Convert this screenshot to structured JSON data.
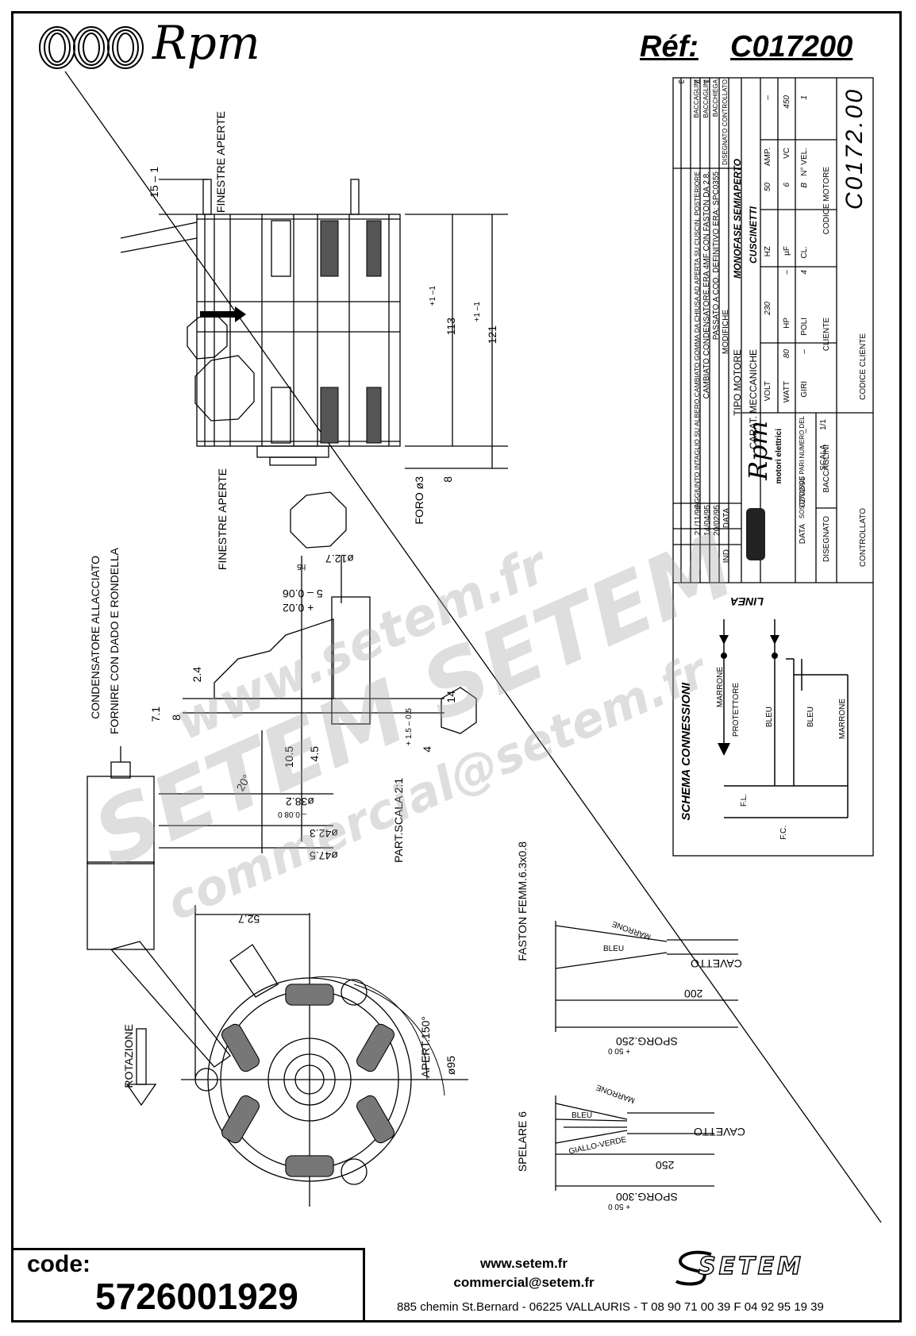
{
  "header": {
    "brand": "Rpm",
    "ref_label": "Réf:",
    "ref_value": "C017200"
  },
  "title_block": {
    "revisions": [
      {
        "ind": "3",
        "data": "21/11/96",
        "modifiche": "AGGIUNTO INTAGLIO SU ALBERO,CAMBIATO GOMMA DA CHIUSA AD APERTA SU CUSCIN. POSTERIORE",
        "disegnato": "BACCAGLINI"
      },
      {
        "ind": "2",
        "data": "14/04/95",
        "modifiche": "CAMBIATO CONDENSATORE,ERA 4MF CON FASTON DA 2.8.",
        "disegnato": "BACCAGLINI"
      },
      {
        "ind": "1",
        "data": "20/02/95",
        "modifiche": "PASSATO A COD. DEFINITIVO ERA: SPC0355",
        "disegnato": "BACCHIEGA"
      }
    ],
    "ind_label": "IND",
    "data_label": "DATA",
    "modifiche_label": "MODIFICHE",
    "disegnato_controllato_label": "DISEGNATO CONTROLLATO",
    "tipo_motore_label": "TIPO MOTORE",
    "tipo_motore": "MONOFASE SEMIAPERTO",
    "carat_label": "CARAT. MECCANICHE",
    "carat": "CUSCINETTI",
    "volt_label": "VOLT",
    "volt": "230",
    "hz_label": "HZ",
    "hz": "50",
    "amp_label": "AMP.",
    "amp": "–",
    "watt_label": "WATT",
    "watt": "80",
    "hp_label": "HP",
    "hp": "–",
    "uf_label": "µF",
    "uf": "6",
    "vc_label": "VC",
    "vc": "450",
    "giri_label": "GIRI",
    "giri": "–",
    "poli_label": "POLI",
    "poli": "4",
    "cl_label": "CL.",
    "cl": "B",
    "nvel_label": "N° VEL.",
    "nvel": "1",
    "cliente_label": "CLIENTE",
    "codice_motore_label": "CODICE MOTORE",
    "codice_motore": "C0172.00",
    "codice_cliente_label": "CODICE CLIENTE",
    "rpm_sub": "motori elettrici",
    "sostituisce_label": "SOSTITUISCE PARI NUMERO DEL",
    "sostituisce": "–",
    "data2_label": "DATA",
    "data2": "02/02/95",
    "scala_label": "SCALA",
    "scala": "1/1",
    "disegnato_label": "DISEGNATO",
    "disegnato": "BACCAGLINI",
    "controllato_label": "CONTROLLATO"
  },
  "schema": {
    "title": "SCHEMA CONNESSIONI",
    "linea": "LINEA",
    "marrone": "MARRONE",
    "protettore": "PROTETTORE",
    "bleu": "BLEU",
    "fl": "F.L.",
    "fc": "F.C."
  },
  "drawing": {
    "finestre_aperte": "FINESTRE APERTE",
    "dim_15": "15 – 1",
    "dim_15_tol": "+ 1",
    "dim_113": "113",
    "dim_121": "121",
    "tol_pm1": "+1 –1",
    "dim_8": "8",
    "foro": "FORO ø3",
    "condensatore": "CONDENSATORE ALLACCIATO",
    "fornire": "FORNIRE CON DADO E RONDELLA",
    "d12_7": "ø12.7",
    "h5": "h5",
    "dim_5": "5 – 0.06",
    "dim_5_tol": "+ 0.02",
    "dim_2_4": "2.4",
    "dim_7_1": "7.1",
    "dim_8b": "8",
    "dim_10_5": "10.5",
    "dim_4_5": "4.5",
    "dim_14": "14",
    "dim_4": "4",
    "tol_4": "+ 1.5  – 0.5",
    "dim_20": "20°",
    "d38_2": "ø38.2",
    "d38_tol": "– 0.08  0",
    "d42_3": "ø42.3",
    "d47_5": "ø47.5",
    "part_scala": "PART.SCALA 2:1",
    "dim_52_7": "52.7",
    "apert": "APERT.150°",
    "d95": "ø95",
    "rotazione": "ROTAZIONE",
    "faston": "FASTON FEMM.6.3x0.8",
    "marrone": "MARRONE",
    "bleu": "BLEU",
    "cavetto": "CAVETTO",
    "dim_200": "200",
    "sporg_250": "SPORG.250",
    "tol_50": "+ 50  0",
    "spelare": "SPELARE 6",
    "giallo_verde": "GIALLO-VERDE",
    "dim_250": "250",
    "sporg_300": "SPORG.300"
  },
  "watermark": {
    "line1": "www.setem.fr",
    "line2": "SETEM SETEM",
    "line3": "commercial@setem.fr"
  },
  "footer": {
    "code_label": "code:",
    "code_value": "5726001929",
    "website": "www.setem.fr",
    "email": "commercial@setem.fr",
    "address": "885 chemin St.Bernard  -  06225 VALLAURIS  -  T 08 90 71 00 39   F 04 92 95 19 39",
    "setem_logo": "SETEM"
  }
}
